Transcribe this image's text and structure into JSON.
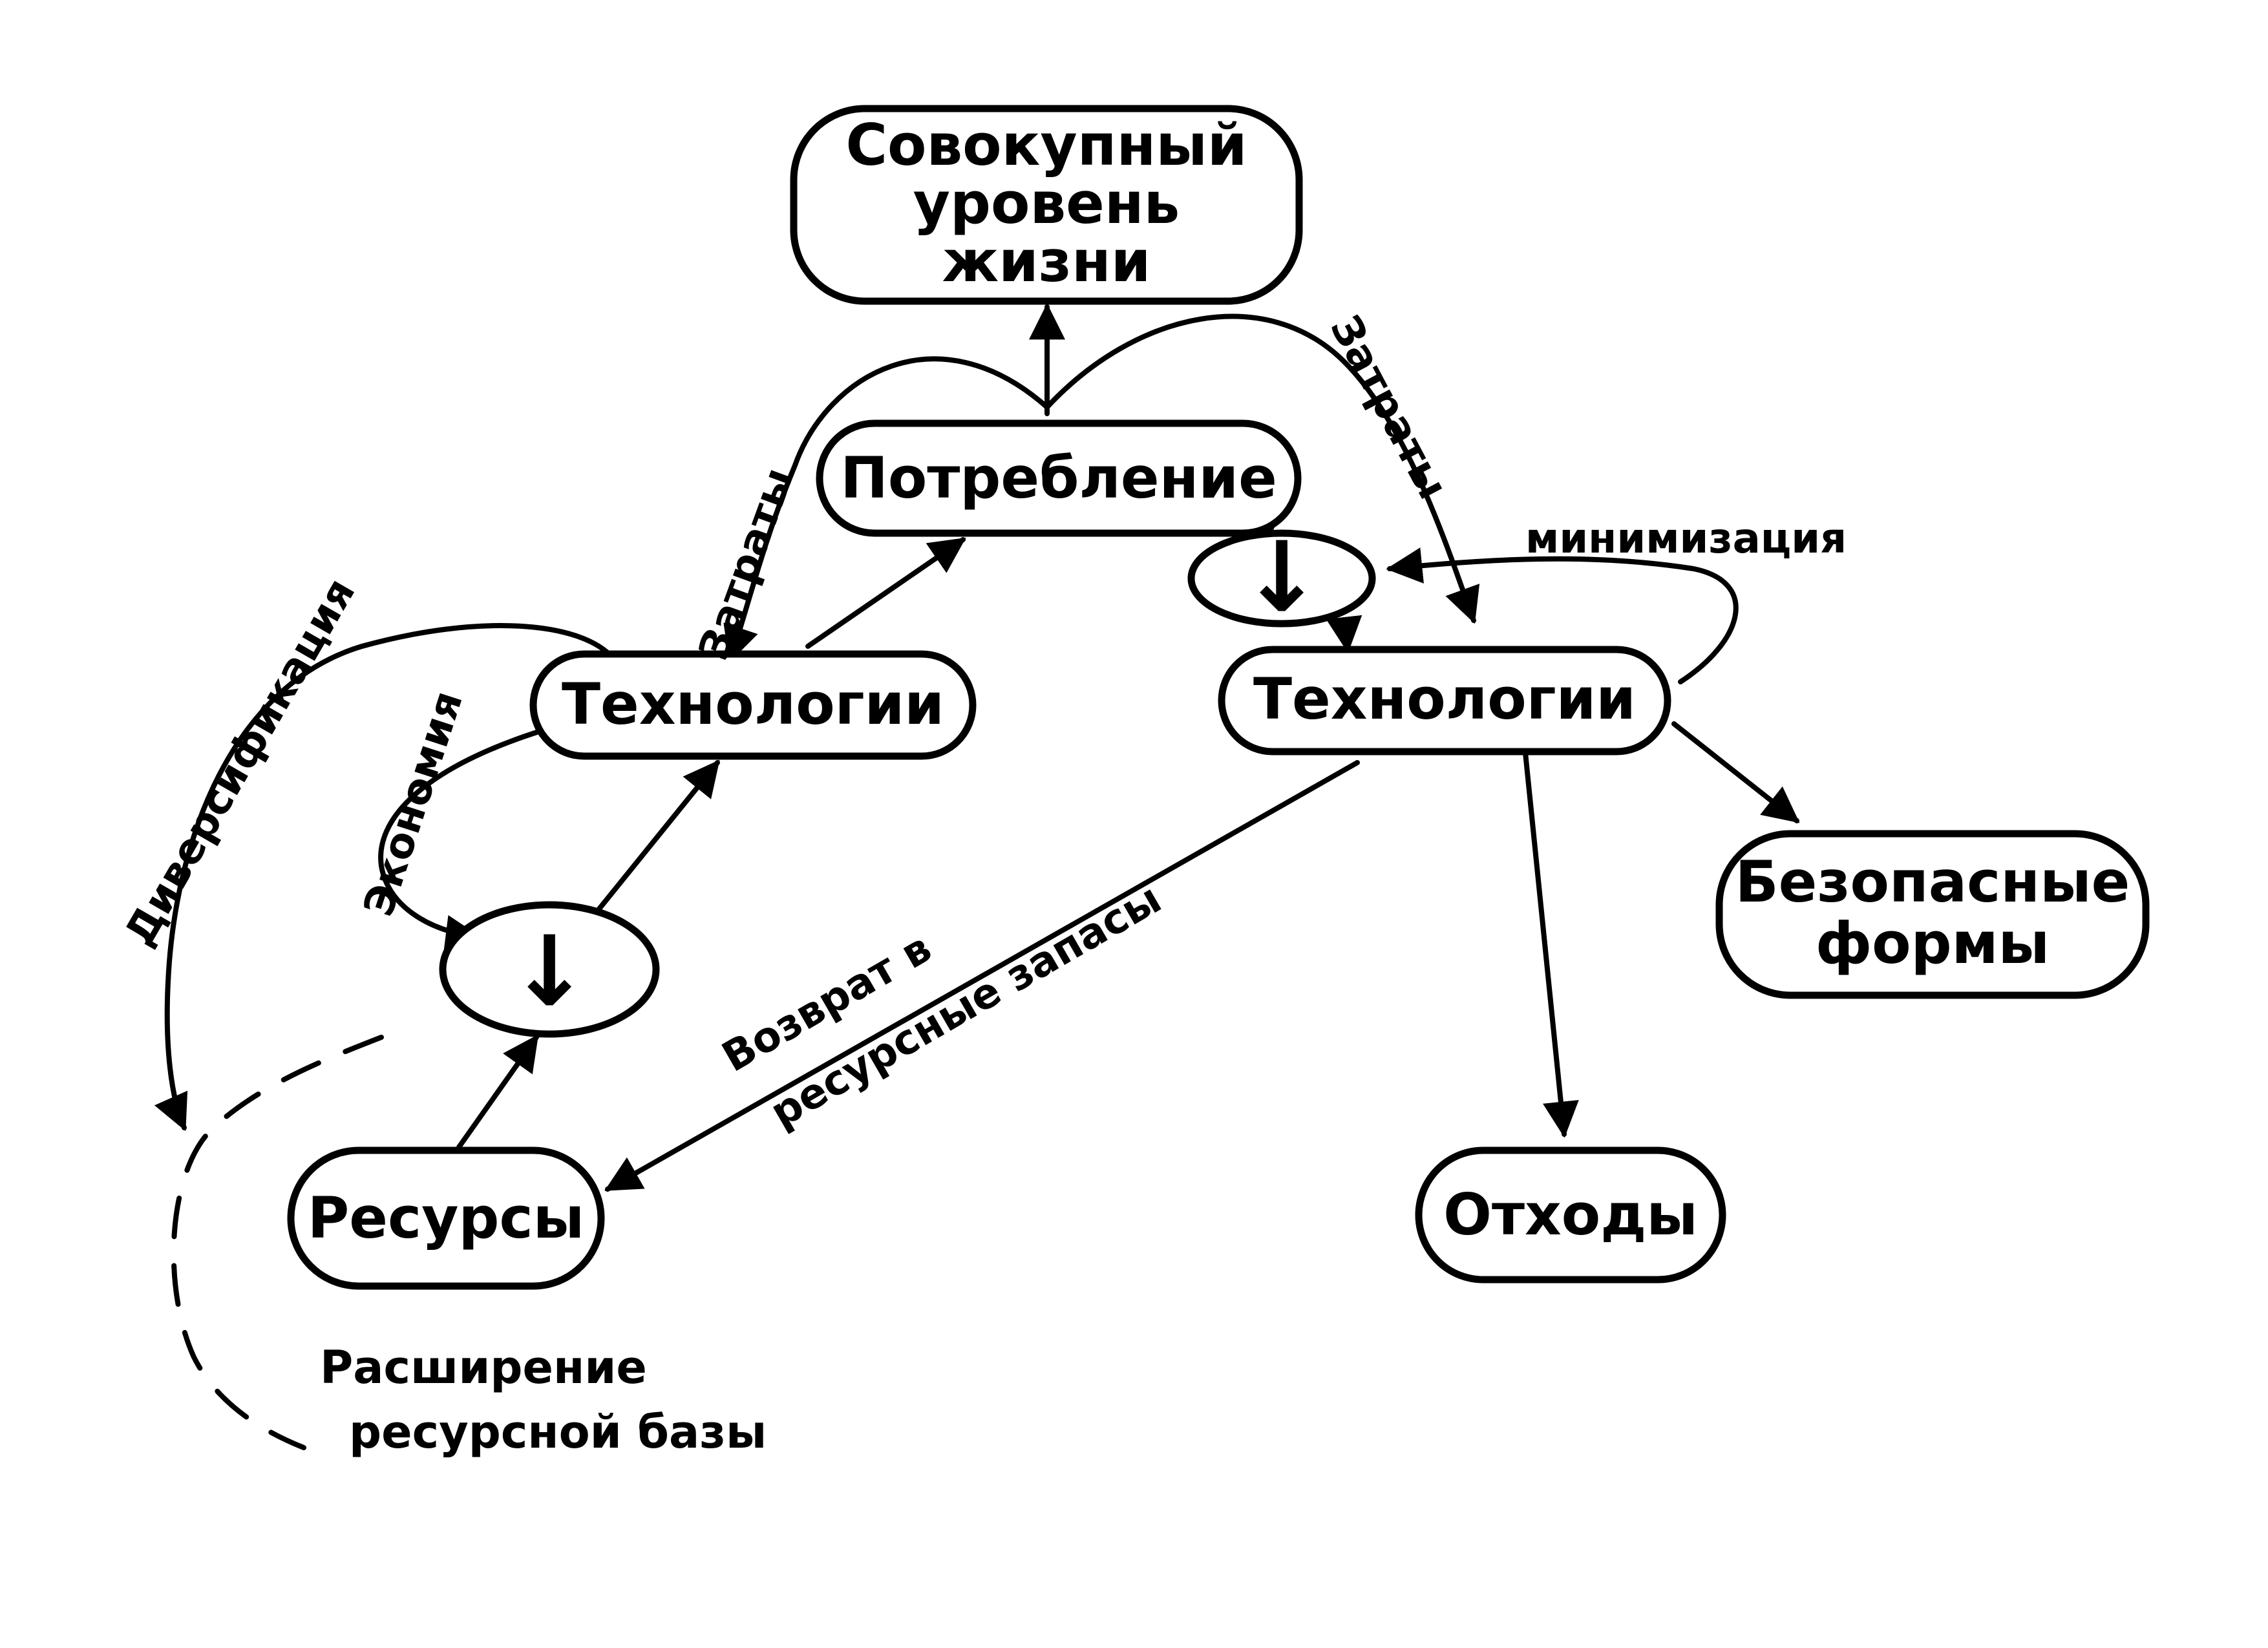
{
  "nodes": {
    "standard_of_living": {
      "line1": "Совокупный",
      "line2": "уровень",
      "line3": "жизни"
    },
    "consumption": "Потребление",
    "technologies_left": "Технологии",
    "technologies_right": "Технологии",
    "resources": "Ресурсы",
    "safe_forms": {
      "line1": "Безопасные",
      "line2": "формы"
    },
    "waste": "Отходы",
    "decrease_left": "↓",
    "decrease_right": "↓"
  },
  "edge_labels": {
    "costs_left": "Затраты",
    "costs_right": "Затраты",
    "minimization": "минимизация",
    "diversification": "Диверсификация",
    "economy": "Экономия",
    "return": {
      "line1": "Возврат в",
      "line2": "ресурсные запасы"
    },
    "expansion": {
      "line1": "Расширение",
      "line2": "ресурсной базы"
    }
  },
  "colors": {
    "ink": "#000000",
    "paper": "#ffffff"
  }
}
